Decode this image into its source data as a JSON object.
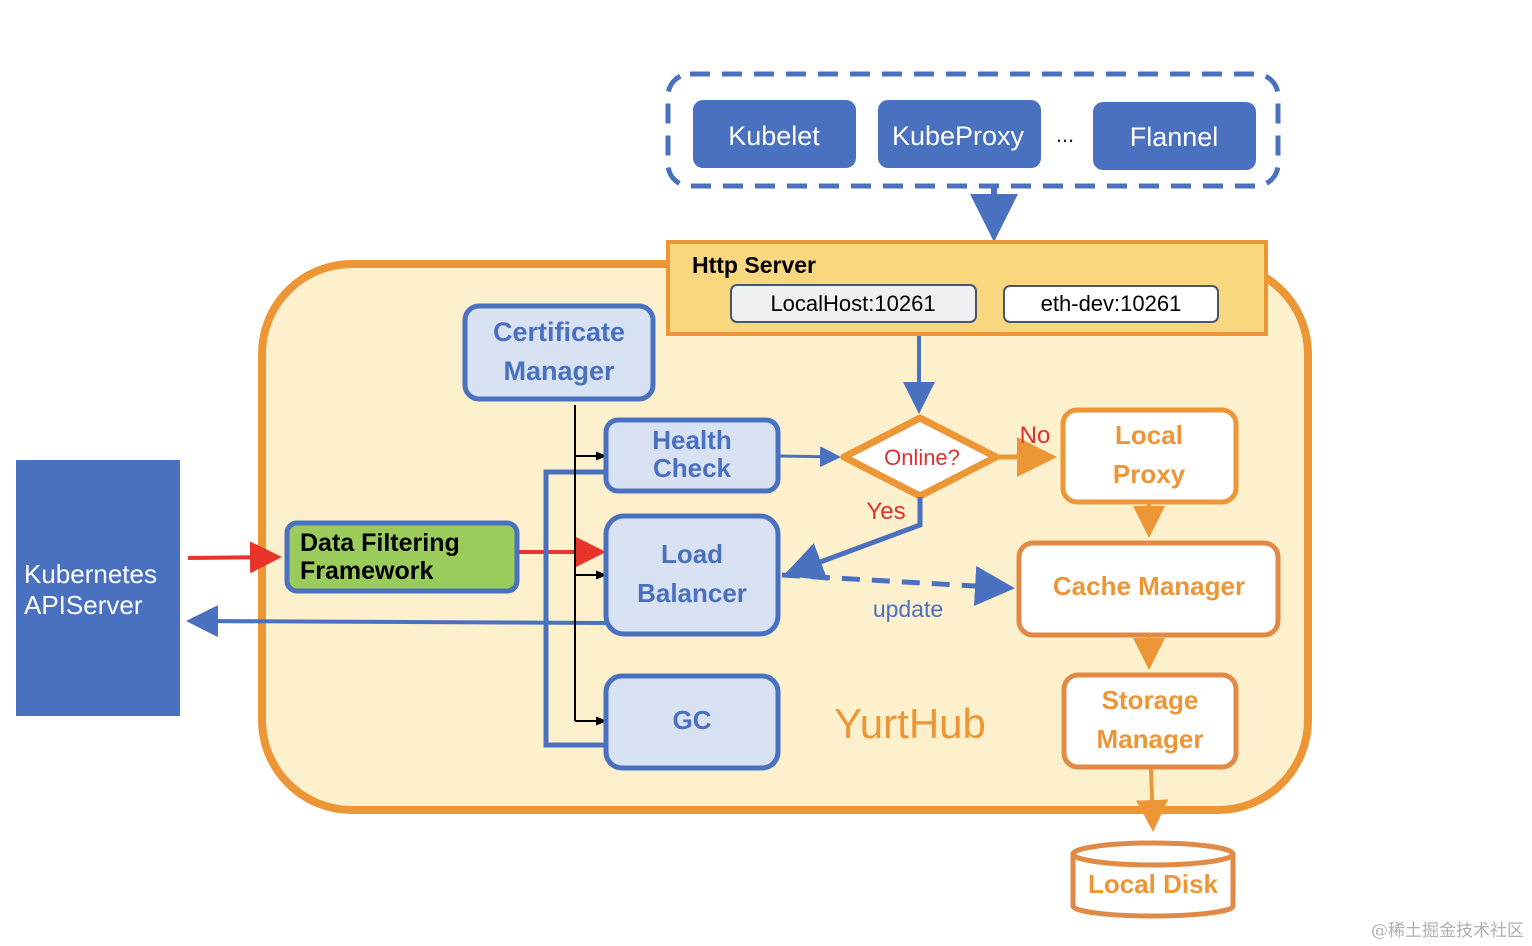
{
  "colors": {
    "blue": "#4a70c0",
    "blue_fill": "#d9e2f2",
    "orange": "#ec9636",
    "orange_dark": "#e08a45",
    "yurthub_fill": "#fdf0cd",
    "http_fill": "#f9d77e",
    "green": "#9bcb5a",
    "red": "#e8342a",
    "red_text": "#e03030",
    "black": "#000000"
  },
  "clients": {
    "items": [
      "Kubelet",
      "KubeProxy",
      "Flannel"
    ],
    "ellipsis": "..."
  },
  "http_server": {
    "title": "Http Server",
    "endpoints": [
      "LocalHost:10261",
      "eth-dev:10261"
    ]
  },
  "yurthub_label": "YurtHub",
  "apiserver": {
    "line1": "Kubernetes",
    "line2": "APIServer"
  },
  "data_filtering": {
    "line1": "Data Filtering",
    "line2": "Framework"
  },
  "certificate_manager": {
    "line1": "Certificate",
    "line2": "Manager"
  },
  "health_check": {
    "line1": "Health",
    "line2": "Check"
  },
  "load_balancer": {
    "line1": "Load",
    "line2": "Balancer"
  },
  "gc": {
    "label": "GC"
  },
  "decision": {
    "label": "Online?",
    "no_label": "No",
    "yes_label": "Yes"
  },
  "local_proxy": {
    "line1": "Local",
    "line2": "Proxy"
  },
  "cache_manager": {
    "label": "Cache Manager"
  },
  "update_label": "update",
  "storage_manager": {
    "line1": "Storage",
    "line2": "Manager"
  },
  "local_disk": {
    "label": "Local Disk"
  },
  "watermark": "@稀土掘金技术社区"
}
